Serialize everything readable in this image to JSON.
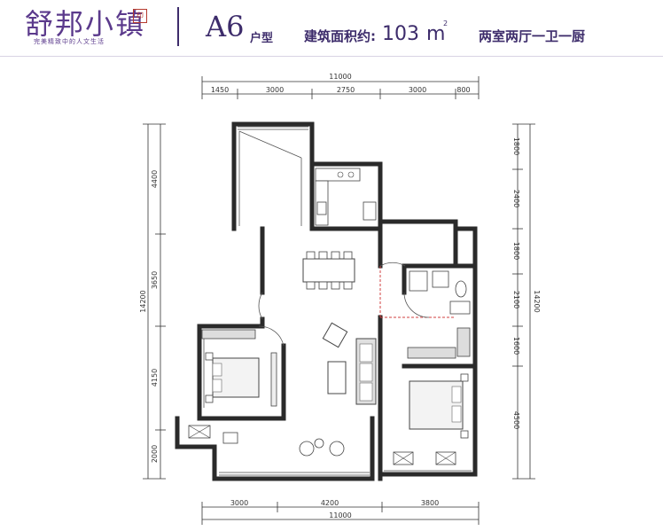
{
  "header": {
    "brand": "舒邦小镇",
    "tagline": "完美精致中的人文生活",
    "seal": "印",
    "unit_code": "A6",
    "unit_suffix": "户型",
    "area_label": "建筑面积约:",
    "area_value": "103",
    "area_unit": "m",
    "area_sup": "2",
    "layout": "两室两厅一卫一厨"
  },
  "dimensions": {
    "top_total": "11000",
    "top_segments": [
      "1450",
      "3000",
      "2750",
      "3000",
      "800"
    ],
    "bottom_total": "11000",
    "bottom_segments": [
      "3000",
      "4200",
      "3800"
    ],
    "left_total": "14200",
    "left_segments": [
      "4400",
      "3650",
      "4150",
      "2000"
    ],
    "right_total": "14200",
    "right_segments": [
      "1800",
      "2400",
      "1800",
      "2100",
      "1600",
      "4500"
    ]
  },
  "colors": {
    "brand": "#5b3a8c",
    "wall": "#2a2a2a",
    "accent_red": "#d04040"
  }
}
